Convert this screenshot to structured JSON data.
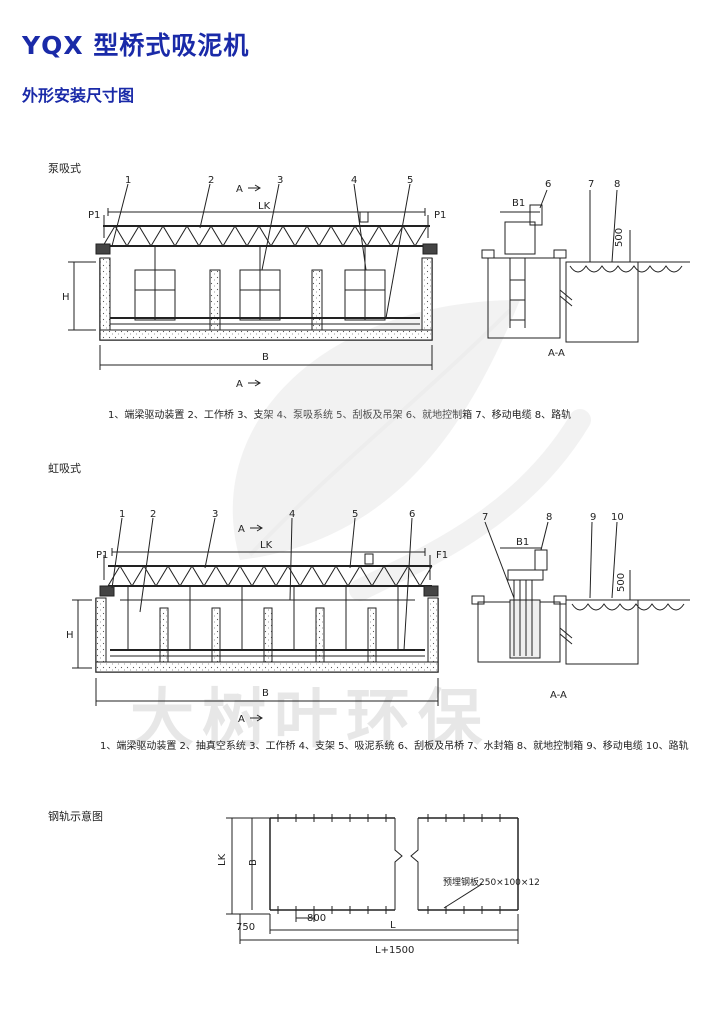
{
  "header": {
    "title": "YQX 型桥式吸泥机",
    "subtitle": "外形安装尺寸图"
  },
  "watermark": {
    "text": "大树叶环保",
    "color": "#d4d4d4"
  },
  "pump_section": {
    "label": "泵吸式",
    "callouts": [
      "1",
      "2",
      "3",
      "4",
      "5",
      "6",
      "7",
      "8"
    ],
    "dims": {
      "lk": "LK",
      "b": "B",
      "h": "H",
      "b1": "B1",
      "p1": "P1",
      "a": "A",
      "aa": "A-A",
      "d500": "500"
    },
    "legend": "1、端梁驱动装置 2、工作桥 3、支架 4、泵吸系统 5、刮板及吊架 6、就地控制箱 7、移动电缆 8、路轨"
  },
  "siphon_section": {
    "label": "虹吸式",
    "callouts": [
      "1",
      "2",
      "3",
      "4",
      "5",
      "6",
      "7",
      "8",
      "9",
      "10"
    ],
    "dims": {
      "lk": "LK",
      "b": "B",
      "h": "H",
      "b1": "B1",
      "p1": "P1",
      "f1": "F1",
      "a": "A",
      "aa": "A-A",
      "d500": "500"
    },
    "legend": "1、端梁驱动装置 2、抽真空系统 3、工作桥 4、支架 5、吸泥系统 6、刮板及吊桥 7、水封箱 8、就地控制箱 9、移动电缆 10、路轨"
  },
  "rail_section": {
    "label": "钢轨示意图",
    "dims": {
      "lk": "LK",
      "b": "B",
      "l": "L",
      "l1500": "L+1500",
      "d800": "800",
      "d750": "750"
    },
    "plate_note": "预埋钢板250×100×12"
  }
}
